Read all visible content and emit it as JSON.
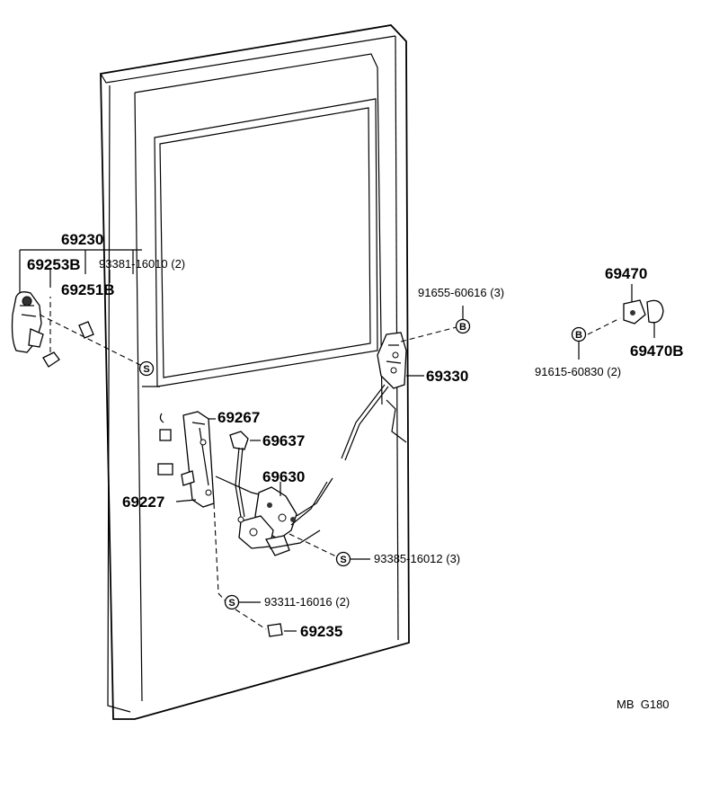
{
  "diagram_id": "MB  G180",
  "callouts": {
    "assembly_outside_handle": "69230",
    "outside_handle_b": "69253B",
    "bolt_outside_handle": "93381-16010 (2)",
    "outside_handle_bracket": "69251B",
    "bolt_striker": "91655-60616 (3)",
    "lock_assembly_upper": "69330",
    "striker": "69470",
    "striker_b": "69470B",
    "bolt_striker_body": "91615-60830 (2)",
    "inside_handle_sub": "69267",
    "link_clip": "69637",
    "lock_assembly_lower": "69630",
    "inside_handle_assembly": "69227",
    "screw_lock": "93385-16012 (3)",
    "screw_handle": "93311-16016 (2)",
    "clip_small": "69235"
  },
  "markers": {
    "s": "S",
    "b": "B"
  }
}
